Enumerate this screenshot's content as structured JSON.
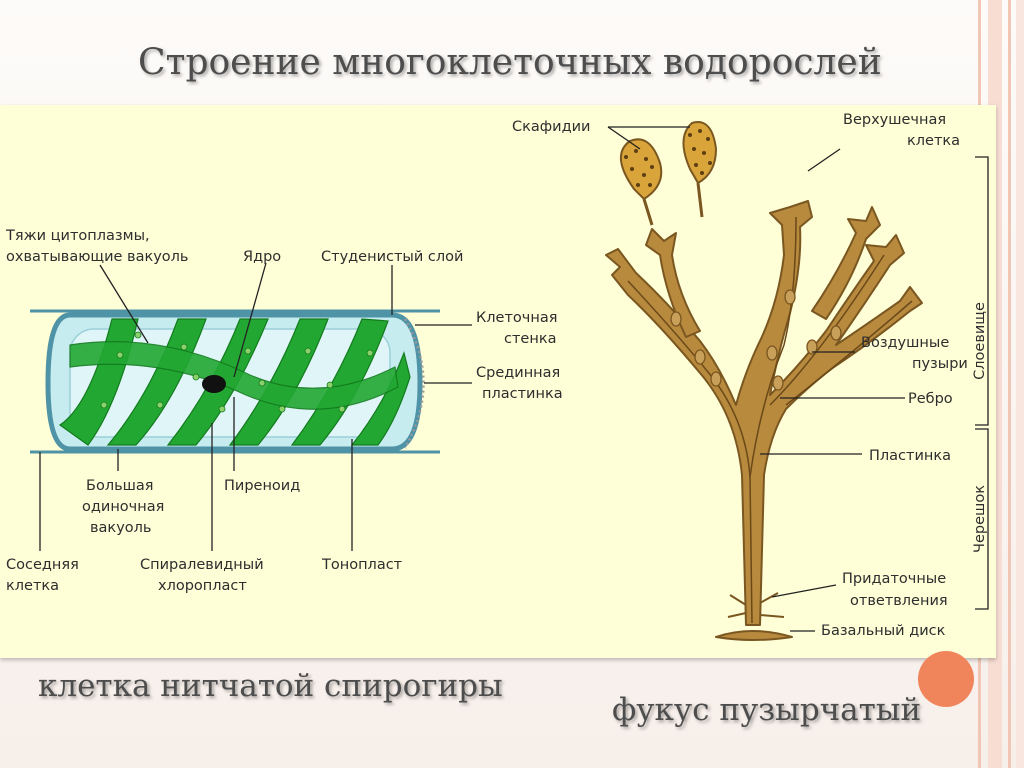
{
  "title": "Строение многоклеточных водорослей",
  "captions": {
    "left": "клетка нитчатой спирогиры",
    "right": "фукус пузырчатый"
  },
  "spirogyra_labels": {
    "cytoplasm_strands_line1": "Тяжи цитоплазмы,",
    "cytoplasm_strands_line2": "охватывающие вакуоль",
    "nucleus": "Ядро",
    "gelatinous_layer": "Студенистый слой",
    "cell_wall_line1": "Клеточная",
    "cell_wall_line2": "стенка",
    "middle_lamella_line1": "Срединная",
    "middle_lamella_line2": "пластинка",
    "vacuole_line1": "Большая",
    "vacuole_line2": "одиночная",
    "vacuole_line3": "вакуоль",
    "pyrenoid": "Пиреноид",
    "neighbor_cell_line1": "Соседняя",
    "neighbor_cell_line2": "клетка",
    "chloroplast_line1": "Спиралевидный",
    "chloroplast_line2": "хлоропласт",
    "tonoplast": "Тонопласт"
  },
  "fucus_labels": {
    "scaphidia": "Скафидии",
    "apical_cell_line1": "Верхушечная",
    "apical_cell_line2": "клетка",
    "air_bladders_line1": "Воздушные",
    "air_bladders_line2": "пузыри",
    "midrib": "Ребро",
    "blade": "Пластинка",
    "appendages_line1": "Придаточные",
    "appendages_line2": "ответвления",
    "basal_disc": "Базальный диск",
    "thallus": "Слоевище",
    "stalk": "Черешок"
  },
  "colors": {
    "chloroplast": "#22a832",
    "cell_fill": "#c6ecf0",
    "cell_wall": "#4f93a6",
    "fucus": "#b88a3e",
    "fucus_dark": "#7a5620",
    "scaphidia": "#d9a53a",
    "accent": "#f0855c"
  }
}
